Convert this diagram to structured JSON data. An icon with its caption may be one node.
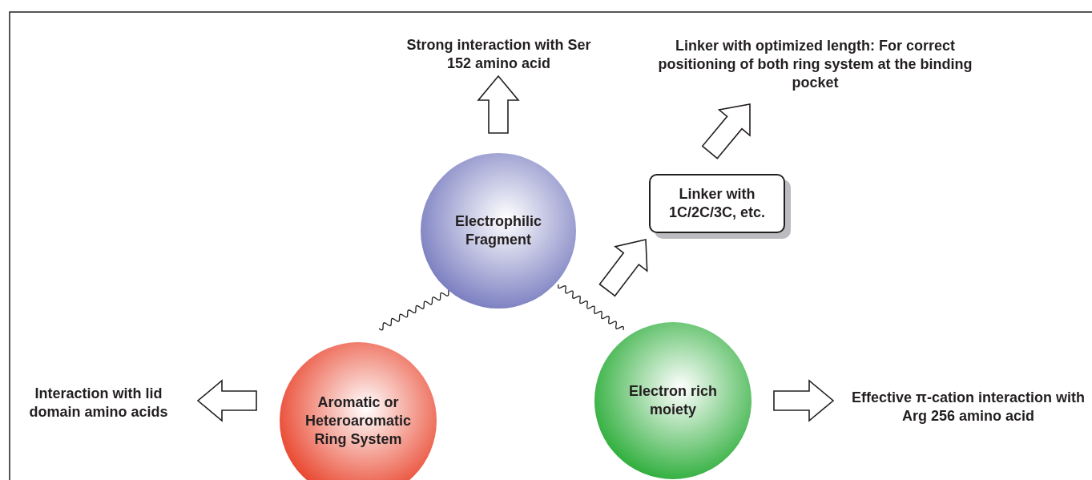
{
  "diagram": {
    "nodes": [
      {
        "text": [
          "Strong interaction with Ser 152 amino acid"
        ]
      },
      {
        "text": [
          "Electrophilic Fragment"
        ]
      },
      {
        "text": [
          "Linker with optimized length: For correct positioning of both ring system at the binding pocket"
        ]
      },
      {
        "text": [
          "Linker with 1C/2C/3C, etc."
        ]
      },
      {
        "text": [
          "Aromatic or Heteroaromatic Ring System"
        ]
      },
      {
        "text": [
          "Electron rich moiety"
        ]
      },
      {
        "text": [
          "Interaction with lid domain amino acids"
        ]
      },
      {
        "text": [
          "Effective π-cation interaction with Arg 256 amino acid"
        ]
      }
    ],
    "edges": [
      {
        "from": 1,
        "to": 0,
        "arrow": "to"
      },
      {
        "from": 1,
        "to": 3,
        "arrow": "to"
      },
      {
        "from": 3,
        "to": 2,
        "arrow": "to"
      },
      {
        "from": 4,
        "to": 1,
        "arrow": "none"
      },
      {
        "from": 1,
        "to": 5,
        "arrow": "none"
      },
      {
        "from": 4,
        "to": 6,
        "arrow": "to"
      },
      {
        "from": 5,
        "to": 7,
        "arrow": "to"
      }
    ]
  }
}
